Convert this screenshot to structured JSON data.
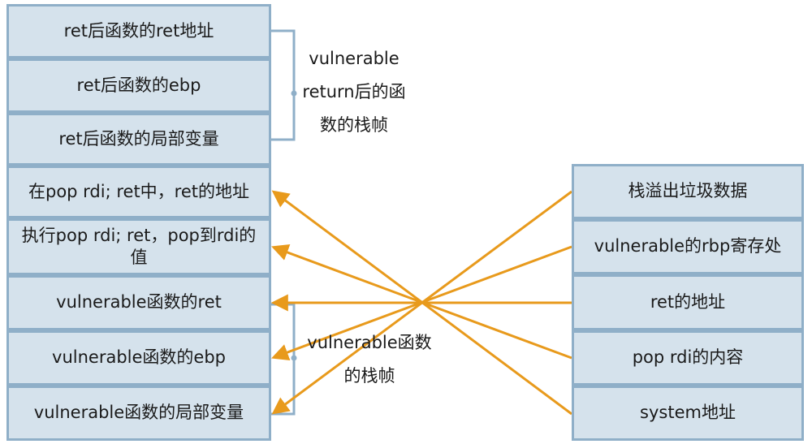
{
  "left_stack": [
    "ret后函数的ret地址",
    "ret后函数的ebp",
    "ret后函数的局部变量",
    "在pop rdi; ret中，ret的地址",
    "执行pop rdi; ret，pop到rdi的值",
    "vulnerable函数的ret",
    "vulnerable函数的ebp",
    "vulnerable函数的局部变量"
  ],
  "right_stack": [
    "栈溢出垃圾数据",
    "vulnerable的rbp寄存处",
    "ret的地址",
    "pop rdi的内容",
    "system地址"
  ],
  "brace_labels": {
    "upper": "vulnerable return后的函数的栈帧",
    "lower": "vulnerable函数的栈帧"
  },
  "colors": {
    "box_fill": "#d5e2ec",
    "box_border": "#8fafc8",
    "arrow": "#e89a1c",
    "bracket": "#8fafc8"
  }
}
